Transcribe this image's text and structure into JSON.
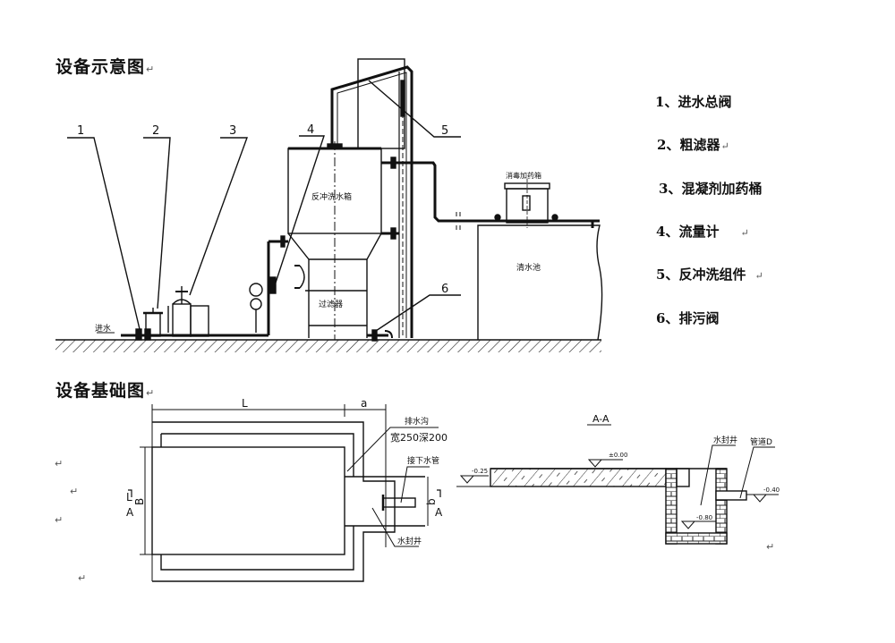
{
  "titles": {
    "schematic": "设备示意图",
    "foundation": "设备基础图",
    "return_mark": "↵"
  },
  "legend": [
    {
      "num": "1、",
      "label": "进水总阀",
      "ret": ""
    },
    {
      "num": "2、",
      "label": "粗滤器",
      "ret": "↵"
    },
    {
      "num": "3、",
      "label": "混凝剂加药桶",
      "ret": ""
    },
    {
      "num": "4、",
      "label": "流量计",
      "ret": "↵"
    },
    {
      "num": "5、",
      "label": "反冲洗组件",
      "ret": "↵"
    },
    {
      "num": "6、",
      "label": "排污阀",
      "ret": ""
    }
  ],
  "schematic": {
    "callouts": [
      "1",
      "2",
      "3",
      "4",
      "5",
      "6"
    ],
    "inlet_label": "进水",
    "backwash_tank_label": "反冲洗水箱",
    "filter_label": "过滤器",
    "dosing_tank_label": "消毒加药箱",
    "clear_water_label": "清水池"
  },
  "foundation": {
    "dim_L": "L",
    "dim_a": "a",
    "dim_B": "B",
    "dim_b": "b",
    "section_mark_top": "L",
    "section_mark_bottom": "A",
    "drain_trench_label": "排水沟",
    "drain_trench_size": "宽250深200",
    "pipe_label": "接下水管",
    "sump_label": "水封井"
  },
  "section": {
    "title": "A-A",
    "level_ground": "±0.00",
    "level_left": "-0.25",
    "level_pipe": "-0.40",
    "level_bottom": "-0.80",
    "sump_label": "水封井",
    "pipe_label": "管道D"
  },
  "margin_marks": [
    "↵",
    "↵",
    "↵",
    "↵",
    "↵"
  ]
}
